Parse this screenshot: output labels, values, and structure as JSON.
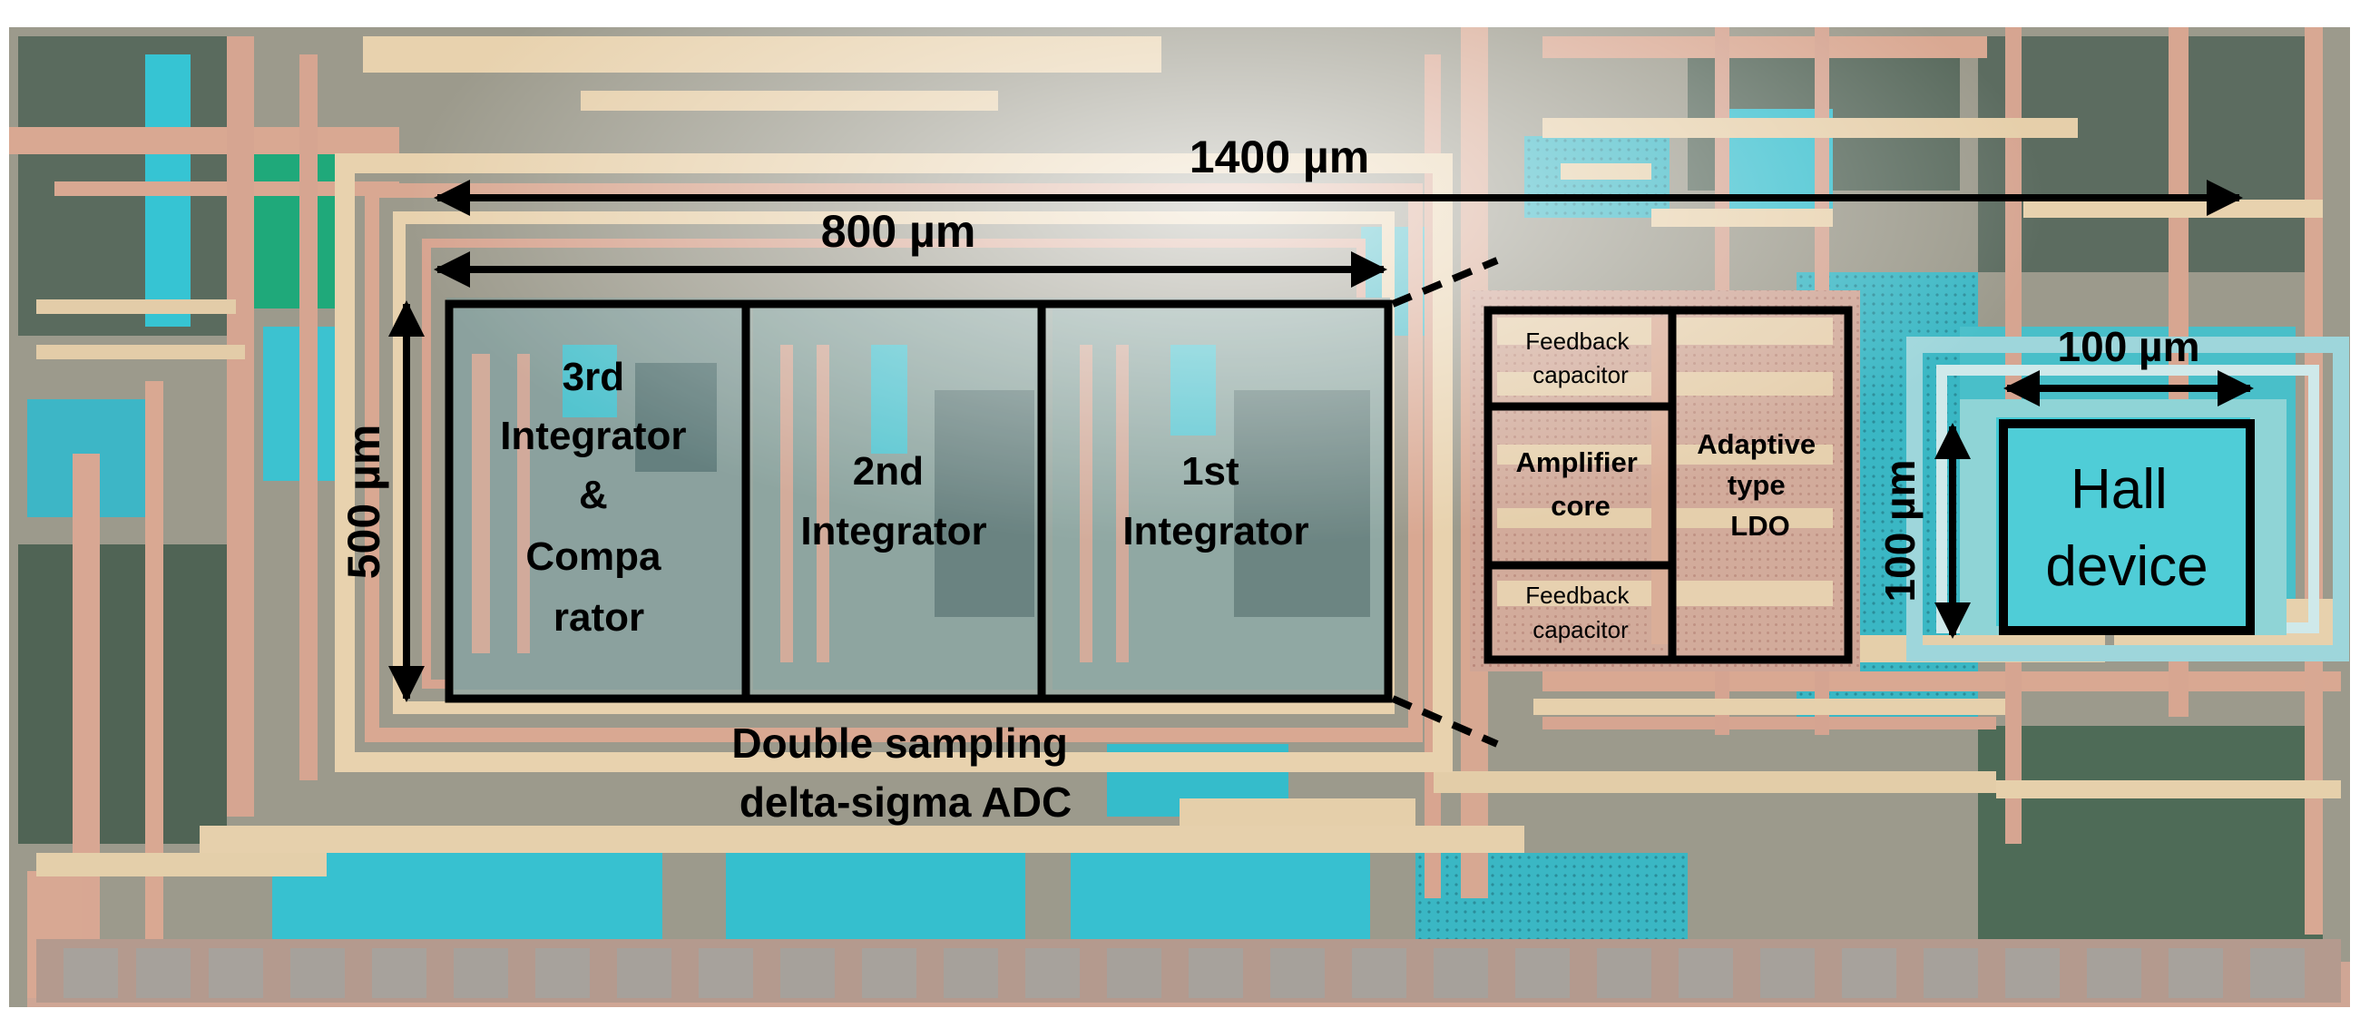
{
  "dimensions": {
    "width_1400": "1400 µm",
    "width_800": "800 µm",
    "height_500": "500 µm",
    "width_100": "100 µm",
    "height_100": "100 µm"
  },
  "adc": {
    "block_3rd": [
      "3rd",
      "Integrator",
      "&",
      "Compa",
      "rator"
    ],
    "block_2nd": [
      "2nd",
      "Integrator"
    ],
    "block_1st": [
      "1st",
      "Integrator"
    ],
    "caption": [
      "Double sampling",
      "delta-sigma ADC"
    ]
  },
  "amp": {
    "feedback_top": [
      "Feedback",
      "capacitor"
    ],
    "core": [
      "Amplifier",
      "core"
    ],
    "feedback_bottom": [
      "Feedback",
      "capacitor"
    ],
    "ldo": [
      "Adaptive",
      "type",
      "LDO"
    ]
  },
  "hall": [
    "Hall",
    "device"
  ],
  "colors": {
    "die_bg": "#9c9a8c",
    "metal_pink": "#d9a892",
    "metal_cream": "#e8d2ae",
    "cyan": "#37c5d4",
    "dark_green": "#4e6b57",
    "outline": "#000000"
  }
}
